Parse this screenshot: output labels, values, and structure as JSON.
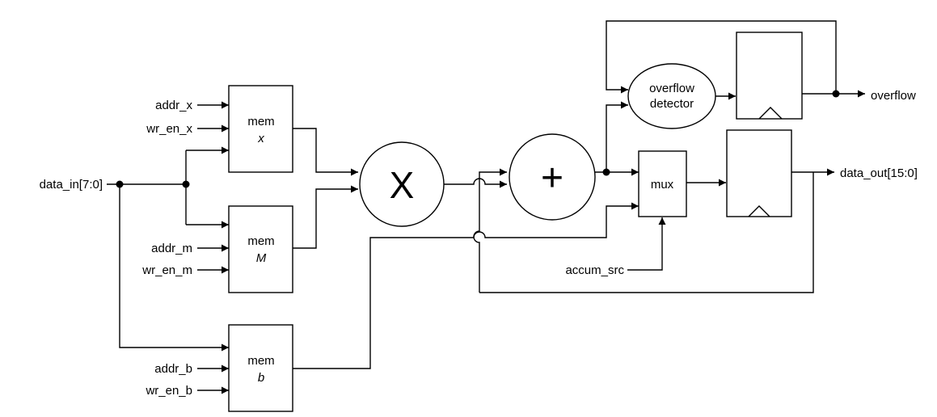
{
  "inputs": {
    "data_in": "data_in[7:0]",
    "addr_x": "addr_x",
    "wr_en_x": "wr_en_x",
    "addr_m": "addr_m",
    "wr_en_m": "wr_en_m",
    "addr_b": "addr_b",
    "wr_en_b": "wr_en_b",
    "accum_src": "accum_src"
  },
  "outputs": {
    "overflow": "overflow",
    "data_out": "data_out[15:0]"
  },
  "blocks": {
    "mem_x": {
      "line1": "mem",
      "line2": "x"
    },
    "mem_m": {
      "line1": "mem",
      "line2": "M"
    },
    "mem_b": {
      "line1": "mem",
      "line2": "b"
    },
    "multiplier": "X",
    "adder": "+",
    "mux": "mux",
    "overflow_detector": {
      "line1": "overflow",
      "line2": "detector"
    }
  }
}
